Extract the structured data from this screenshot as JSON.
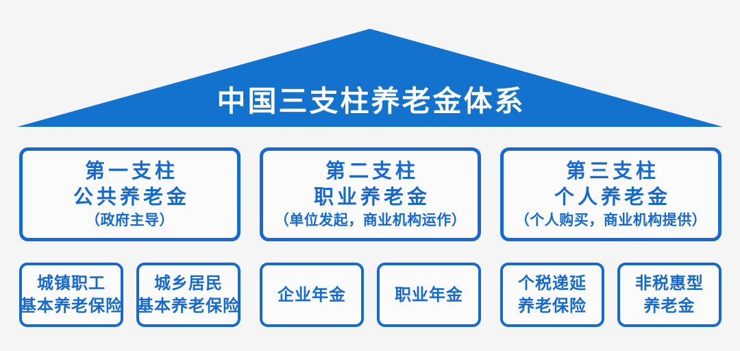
{
  "title": "中国三支柱养老金体系",
  "colors": {
    "roof_fill": "#1372ce",
    "box_border": "#1569d2",
    "box_text": "#1569d2",
    "box_fill": "#fbfbfc",
    "page_background": "#f5f5f6",
    "title_text": "#ffffff"
  },
  "pillars": [
    {
      "line1": "第一支柱",
      "line2": "公共养老金",
      "note": "（政府主导）",
      "sub_boxes": [
        {
          "lines": [
            "城镇职工",
            "基本养老保险"
          ]
        },
        {
          "lines": [
            "城乡居民",
            "基本养老保险"
          ]
        }
      ]
    },
    {
      "line1": "第二支柱",
      "line2": "职业养老金",
      "note": "（单位发起，商业机构运作）",
      "sub_boxes": [
        {
          "lines": [
            "企业年金"
          ]
        },
        {
          "lines": [
            "职业年金"
          ]
        }
      ]
    },
    {
      "line1": "第三支柱",
      "line2": "个人养老金",
      "note": "（个人购买，商业机构提供）",
      "sub_boxes": [
        {
          "lines": [
            "个税递延",
            "养老保险"
          ]
        },
        {
          "lines": [
            "非税惠型",
            "养老金"
          ]
        }
      ]
    }
  ]
}
